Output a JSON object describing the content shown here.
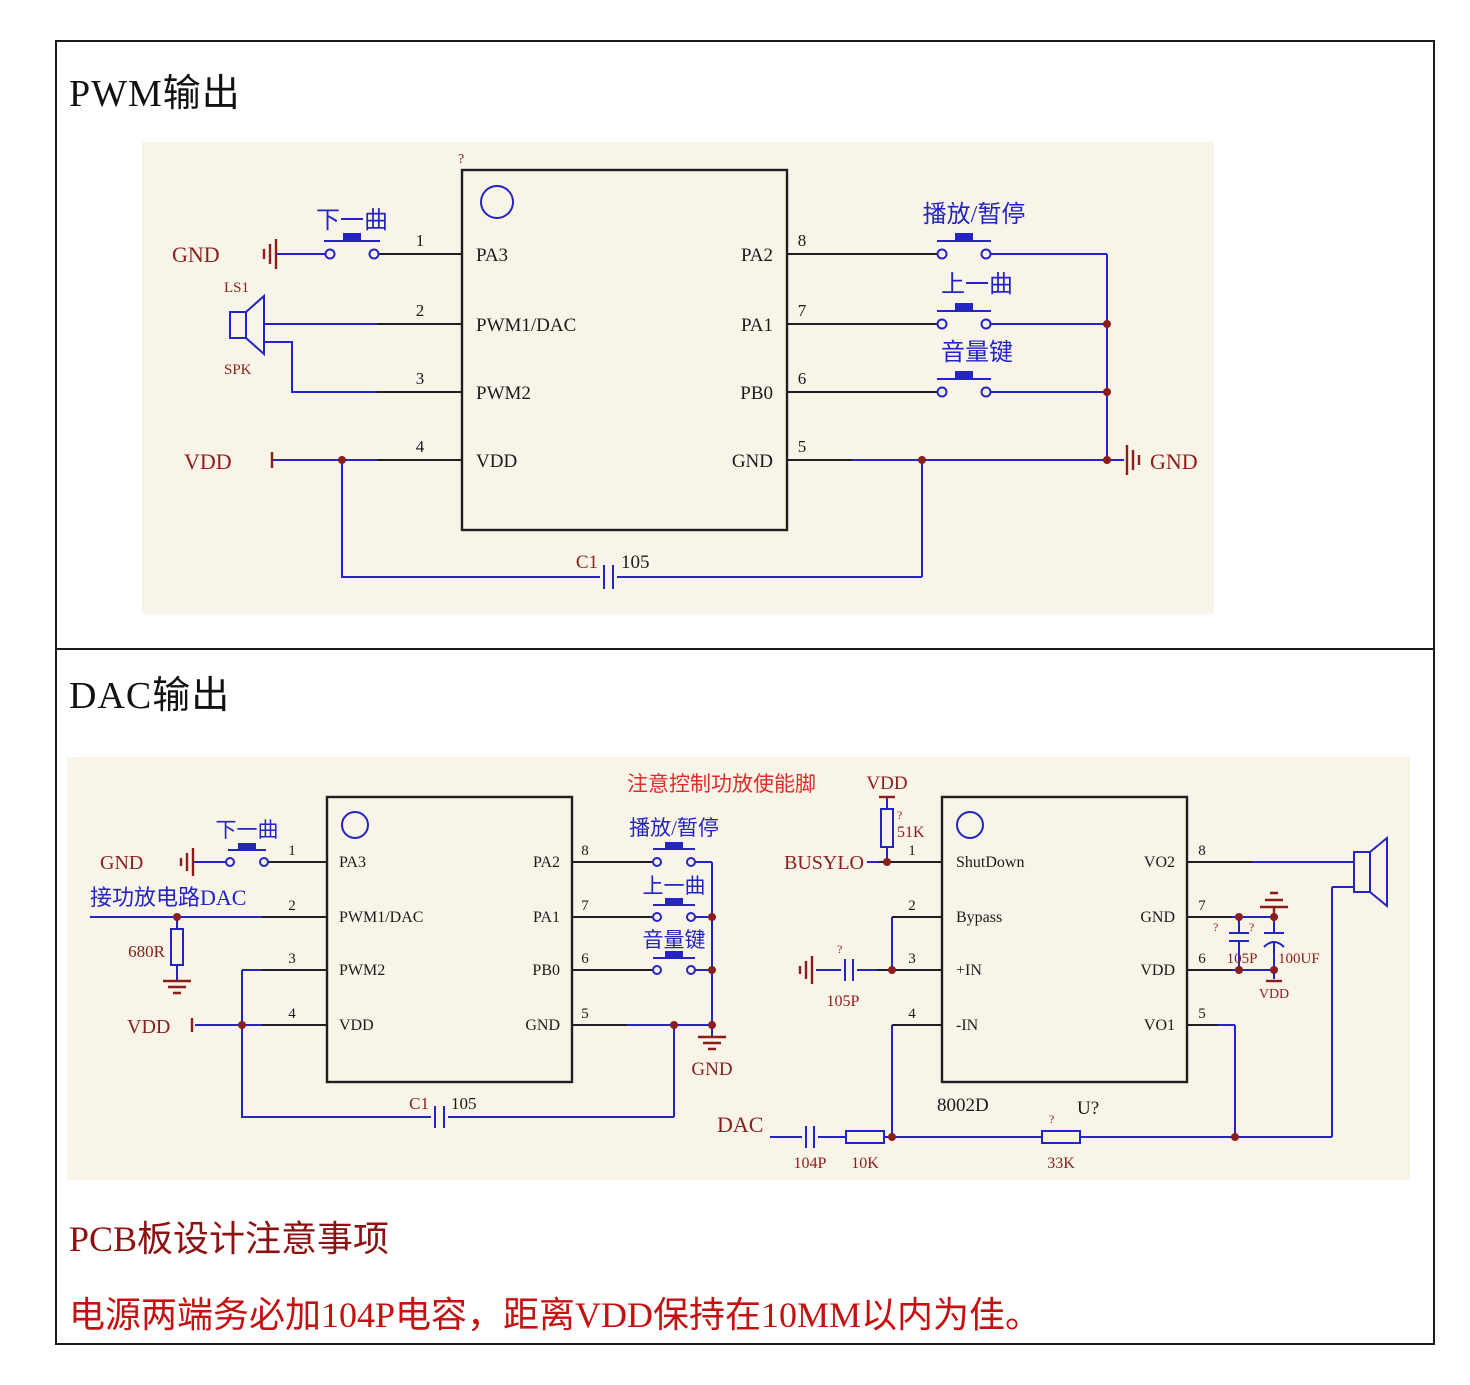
{
  "titles": {
    "pwm": "PWM输出",
    "dac": "DAC输出",
    "pcb": "PCB板设计注意事项",
    "pcb_note": "电源两端务必加104P电容，距离VDD保持在10MM以内为佳。"
  },
  "pwm": {
    "refdes": "?",
    "pins_left": [
      {
        "num": "1",
        "name": "PA3"
      },
      {
        "num": "2",
        "name": "PWM1/DAC"
      },
      {
        "num": "3",
        "name": "PWM2"
      },
      {
        "num": "4",
        "name": "VDD"
      }
    ],
    "pins_right": [
      {
        "num": "8",
        "name": "PA2"
      },
      {
        "num": "7",
        "name": "PA1"
      },
      {
        "num": "6",
        "name": "PB0"
      },
      {
        "num": "5",
        "name": "GND"
      }
    ],
    "gnd_left": "GND",
    "vdd": "VDD",
    "gnd_right": "GND",
    "btn_next": "下一曲",
    "btn_play": "播放/暂停",
    "btn_prev": "上一曲",
    "btn_vol": "音量键",
    "spk_ref": "LS1",
    "spk_name": "SPK",
    "c1_ref": "C1",
    "c1_val": "105"
  },
  "dac": {
    "warning": "注意控制功放使能脚",
    "pins_left": [
      {
        "num": "1",
        "name": "PA3"
      },
      {
        "num": "2",
        "name": "PWM1/DAC"
      },
      {
        "num": "3",
        "name": "PWM2"
      },
      {
        "num": "4",
        "name": "VDD"
      }
    ],
    "pins_right": [
      {
        "num": "8",
        "name": "PA2"
      },
      {
        "num": "7",
        "name": "PA1"
      },
      {
        "num": "6",
        "name": "PB0"
      },
      {
        "num": "5",
        "name": "GND"
      }
    ],
    "gnd_left": "GND",
    "btn_next": "下一曲",
    "dac_net": "接功放电路DAC",
    "r680": "680R",
    "vdd": "VDD",
    "btn_play": "播放/暂停",
    "btn_prev": "上一曲",
    "btn_vol": "音量键",
    "gnd_right": "GND",
    "c1_ref": "C1",
    "c1_val": "105"
  },
  "amp": {
    "part": "8002D",
    "refdes": "U?",
    "pins_left": [
      {
        "num": "1",
        "name": "ShutDown"
      },
      {
        "num": "2",
        "name": "Bypass"
      },
      {
        "num": "3",
        "name": "+IN"
      },
      {
        "num": "4",
        "name": "-IN"
      }
    ],
    "pins_right": [
      {
        "num": "8",
        "name": "VO2"
      },
      {
        "num": "7",
        "name": "GND"
      },
      {
        "num": "6",
        "name": "VDD"
      },
      {
        "num": "5",
        "name": "VO1"
      }
    ],
    "vdd_top": "VDD",
    "q1": "?",
    "r51k": "51K",
    "busylo": "BUSYLO",
    "q2": "?",
    "c_in": "105P",
    "dac_in": "DAC",
    "c104": "104P",
    "r10k": "10K",
    "q3": "?",
    "r33k": "33K",
    "q4": "?",
    "q5": "?",
    "c105p": "105P",
    "c100uf": "100UF",
    "vdd_bot": "VDD"
  }
}
